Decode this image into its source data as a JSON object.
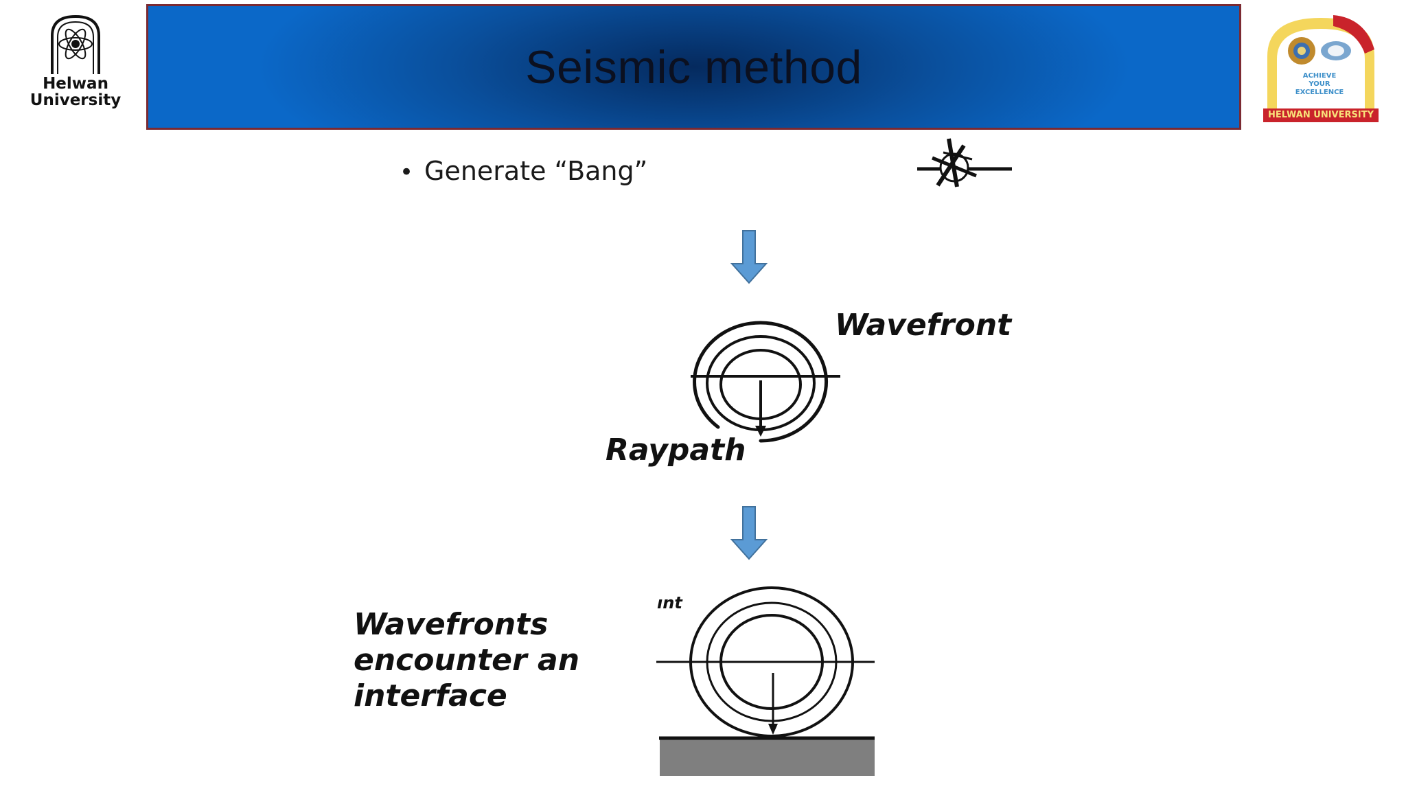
{
  "header": {
    "title": "Seismic method",
    "left_logo": {
      "icon": "atom-emblem-icon",
      "name_line1": "Helwan",
      "name_line2": "University"
    },
    "right_logo": {
      "icon": "society-badge-icon",
      "excellence_lines": [
        "ACHIEVE",
        "YOUR",
        "EXCELLENCE"
      ],
      "footer": "HELWAN UNIVERSITY"
    }
  },
  "content": {
    "bullet_text": "Generate “Bang”",
    "labels": {
      "wavefront": "Wavefront",
      "raypath": "Raypath",
      "cropped_wavefront": "ınt",
      "encounter_line1": "Wavefronts",
      "encounter_line2": "encounter an",
      "encounter_line3": "interface"
    }
  },
  "colors": {
    "banner_dark": "#052a5e",
    "banner_light": "#0b68c8",
    "banner_border": "#7b2a32",
    "arrow_blue": "#5b9bd5",
    "arrow_outline": "#41719c",
    "interface_gray": "#7f7f7f"
  }
}
